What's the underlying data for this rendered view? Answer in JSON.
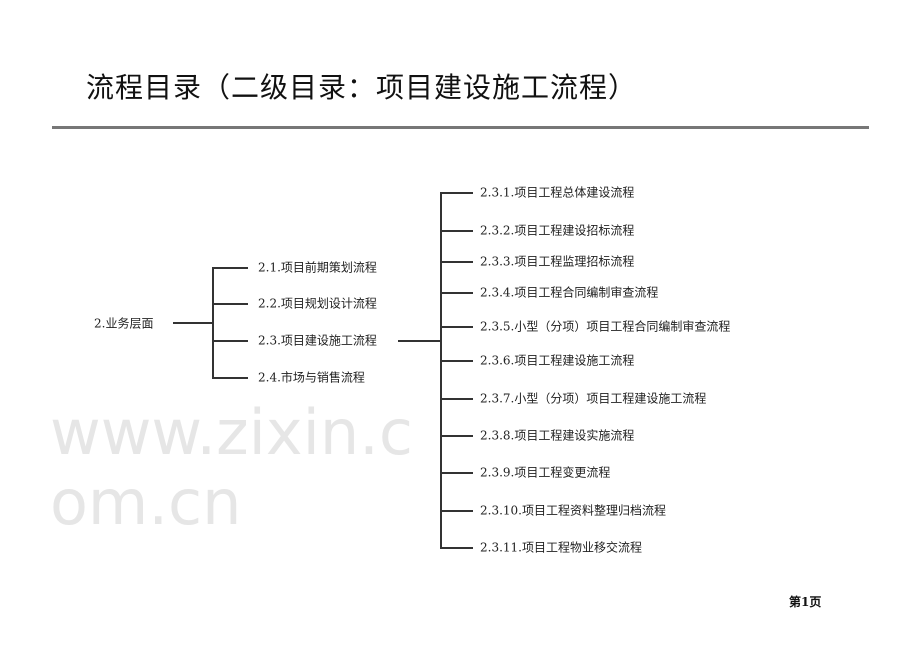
{
  "title": "流程目录（二级目录：项目建设施工流程）",
  "watermark": "www.zixin.com.cn",
  "root": "2.业务层面",
  "level2": [
    "2.1.项目前期策划流程",
    "2.2.项目规划设计流程",
    "2.3.项目建设施工流程",
    "2.4.市场与销售流程"
  ],
  "level3": [
    "2.3.1.项目工程总体建设流程",
    "2.3.2.项目工程建设招标流程",
    "2.3.3.项目工程监理招标流程",
    "2.3.4.项目工程合同编制审查流程",
    "2.3.5.小型（分项）项目工程合同编制审查流程",
    "2.3.6.项目工程建设施工流程",
    "2.3.7.小型（分项）项目工程建设施工流程",
    "2.3.8.项目工程建设实施流程",
    "2.3.9.项目工程变更流程",
    "2.3.10.项目工程资料整理归档流程",
    "2.3.11.项目工程物业移交流程"
  ],
  "page_number": "第1页"
}
